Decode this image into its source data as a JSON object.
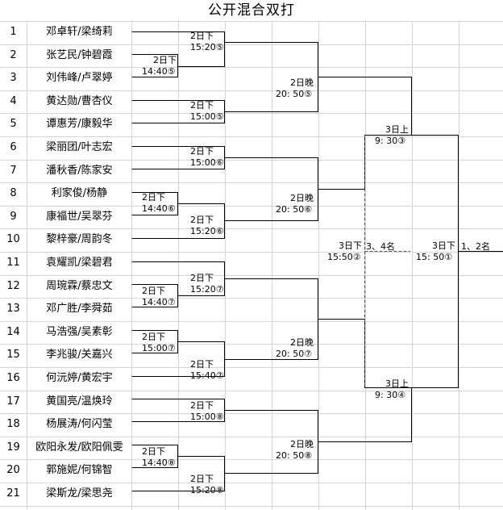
{
  "title": "公开混合双打",
  "players": [
    {
      "num": "1",
      "name": "邓卓轩/梁绮莉"
    },
    {
      "num": "2",
      "name": "张艺民/钟碧霞"
    },
    {
      "num": "3",
      "name": "刘伟峰/卢翠婷"
    },
    {
      "num": "4",
      "name": "黄达勋/曹杏仪"
    },
    {
      "num": "5",
      "name": "谭惠芳/康毅华"
    },
    {
      "num": "6",
      "name": "梁丽团/叶志宏"
    },
    {
      "num": "7",
      "name": "潘秋香/陈家安"
    },
    {
      "num": "8",
      "name": "利家俊/杨静"
    },
    {
      "num": "9",
      "name": "康福世/吴翠芬"
    },
    {
      "num": "10",
      "name": "黎梓豪/周韵冬"
    },
    {
      "num": "11",
      "name": "袁耀凯/梁碧君"
    },
    {
      "num": "12",
      "name": "周琬霖/蔡忠文"
    },
    {
      "num": "13",
      "name": "邓广胜/李舜茹"
    },
    {
      "num": "14",
      "name": "马浩强/吴素彰"
    },
    {
      "num": "15",
      "name": "李兆骏/关嘉兴"
    },
    {
      "num": "16",
      "name": "何沅婷/黄宏宇"
    },
    {
      "num": "17",
      "name": "黄国亮/温焕玲"
    },
    {
      "num": "18",
      "name": "杨展涛/何闪莹"
    },
    {
      "num": "19",
      "name": "欧阳永发/欧阳佩雯"
    },
    {
      "num": "20",
      "name": "郭施妮/何锦智"
    },
    {
      "num": "21",
      "name": "梁斯龙/梁思尧"
    }
  ],
  "matches": [
    {
      "day": "2日下",
      "time": "14:40⑤"
    },
    {
      "day": "2日下",
      "time": "15:20⑤"
    },
    {
      "day": "2日下",
      "time": "15:00⑤"
    },
    {
      "day": "2日下",
      "time": "15:00⑥"
    },
    {
      "day": "2日下",
      "time": "14:40⑥"
    },
    {
      "day": "2日下",
      "time": "15:20⑥"
    },
    {
      "day": "2日下",
      "time": "15:20⑦"
    },
    {
      "day": "2日下",
      "time": "14:40⑦"
    },
    {
      "day": "2日下",
      "time": "15:00⑦"
    },
    {
      "day": "2日下",
      "time": "15:40⑦"
    },
    {
      "day": "2日下",
      "time": "15:00⑧"
    },
    {
      "day": "2日下",
      "time": "14:40⑧"
    },
    {
      "day": "2日下",
      "time": "15:20⑧"
    },
    {
      "day": "2日晚",
      "time": "20: 50⑤"
    },
    {
      "day": "2日晚",
      "time": "20: 50⑥"
    },
    {
      "day": "2日晚",
      "time": "20: 50⑦"
    },
    {
      "day": "2日晚",
      "time": "20: 50⑧"
    },
    {
      "day": "3日上",
      "time": "9: 30③"
    },
    {
      "day": "3日上",
      "time": "9: 30④"
    },
    {
      "day": "3日下",
      "time": "15:50②"
    },
    {
      "day": "3日下",
      "time": "15: 50①"
    }
  ],
  "places": {
    "third_fourth": "3、4名",
    "first_second": "1、2名"
  },
  "colors": {
    "bracket_line": "#000000",
    "dash_line": "#555555",
    "grid_line": "#d4d4d4"
  }
}
